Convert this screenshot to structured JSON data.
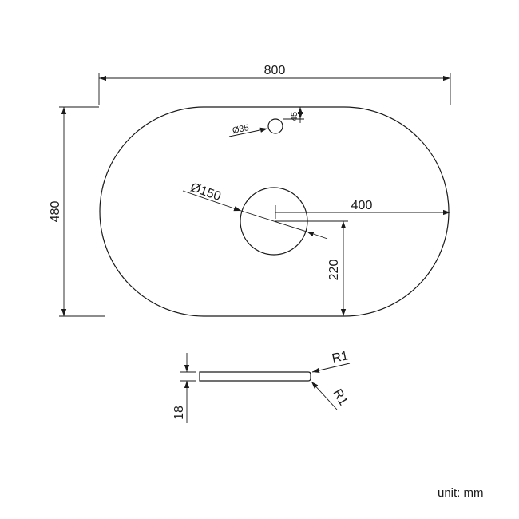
{
  "dimensions": {
    "width": "800",
    "height": "480",
    "center_offset_x": "400",
    "center_offset_y": "220",
    "center_hole_diameter": "Ø150",
    "tap_hole_diameter": "Ø35",
    "tap_hole_offset": "45",
    "thickness": "18",
    "edge_radius_top": "R1",
    "edge_radius_bottom": "R1"
  },
  "unit_label": "unit: mm"
}
